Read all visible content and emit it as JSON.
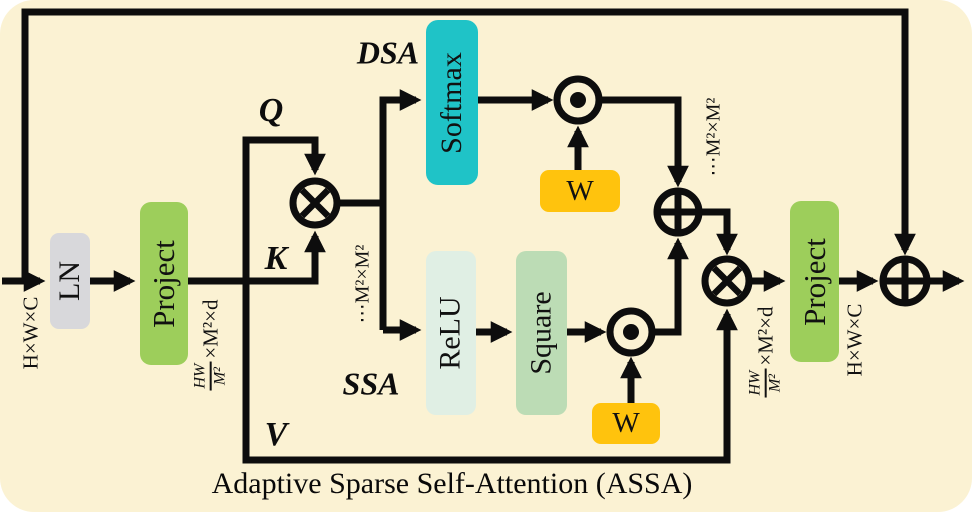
{
  "title_caption": "Adaptive Sparse Self-Attention (ASSA)",
  "blocks": {
    "ln": "LN",
    "project_in": "Project",
    "softmax": "Softmax",
    "relu": "ReLU",
    "square": "Square",
    "w_dsa": "W",
    "w_ssa": "W",
    "project_out": "Project"
  },
  "branch_labels": {
    "dsa": "DSA",
    "ssa": "SSA",
    "q": "Q",
    "k": "K",
    "v": "V"
  },
  "dims": {
    "input": "H×W×C",
    "proj_in_frac_num": "HW",
    "proj_in_frac_den": "M²",
    "proj_in_rest": "×M²×d",
    "qk_out": "⋯M²×M²",
    "dsa_out": "⋯M²×M²",
    "proj_out_frac_num": "HW",
    "proj_out_frac_den": "M²",
    "proj_out_rest": "×M²×d",
    "output": "H×W×C"
  },
  "icons": {
    "matmul_qk": "circle-cross-matmul",
    "hadamard_dsa": "circle-dot-multiply",
    "hadamard_ssa": "circle-dot-multiply",
    "sum_branches": "circle-plus-add",
    "matmul_v": "circle-cross-matmul",
    "sum_residual": "circle-plus-add"
  },
  "colors": {
    "panel_bg": "#FBF2D3",
    "line": "#0D0D0D",
    "ln_bg": "#D8D8DB",
    "project_bg": "#9DCE5B",
    "softmax_bg": "#1FC3C7",
    "relu_bg": "#E0EFE4",
    "square_bg": "#BCDCB5",
    "w_bg": "#FFC30D"
  }
}
